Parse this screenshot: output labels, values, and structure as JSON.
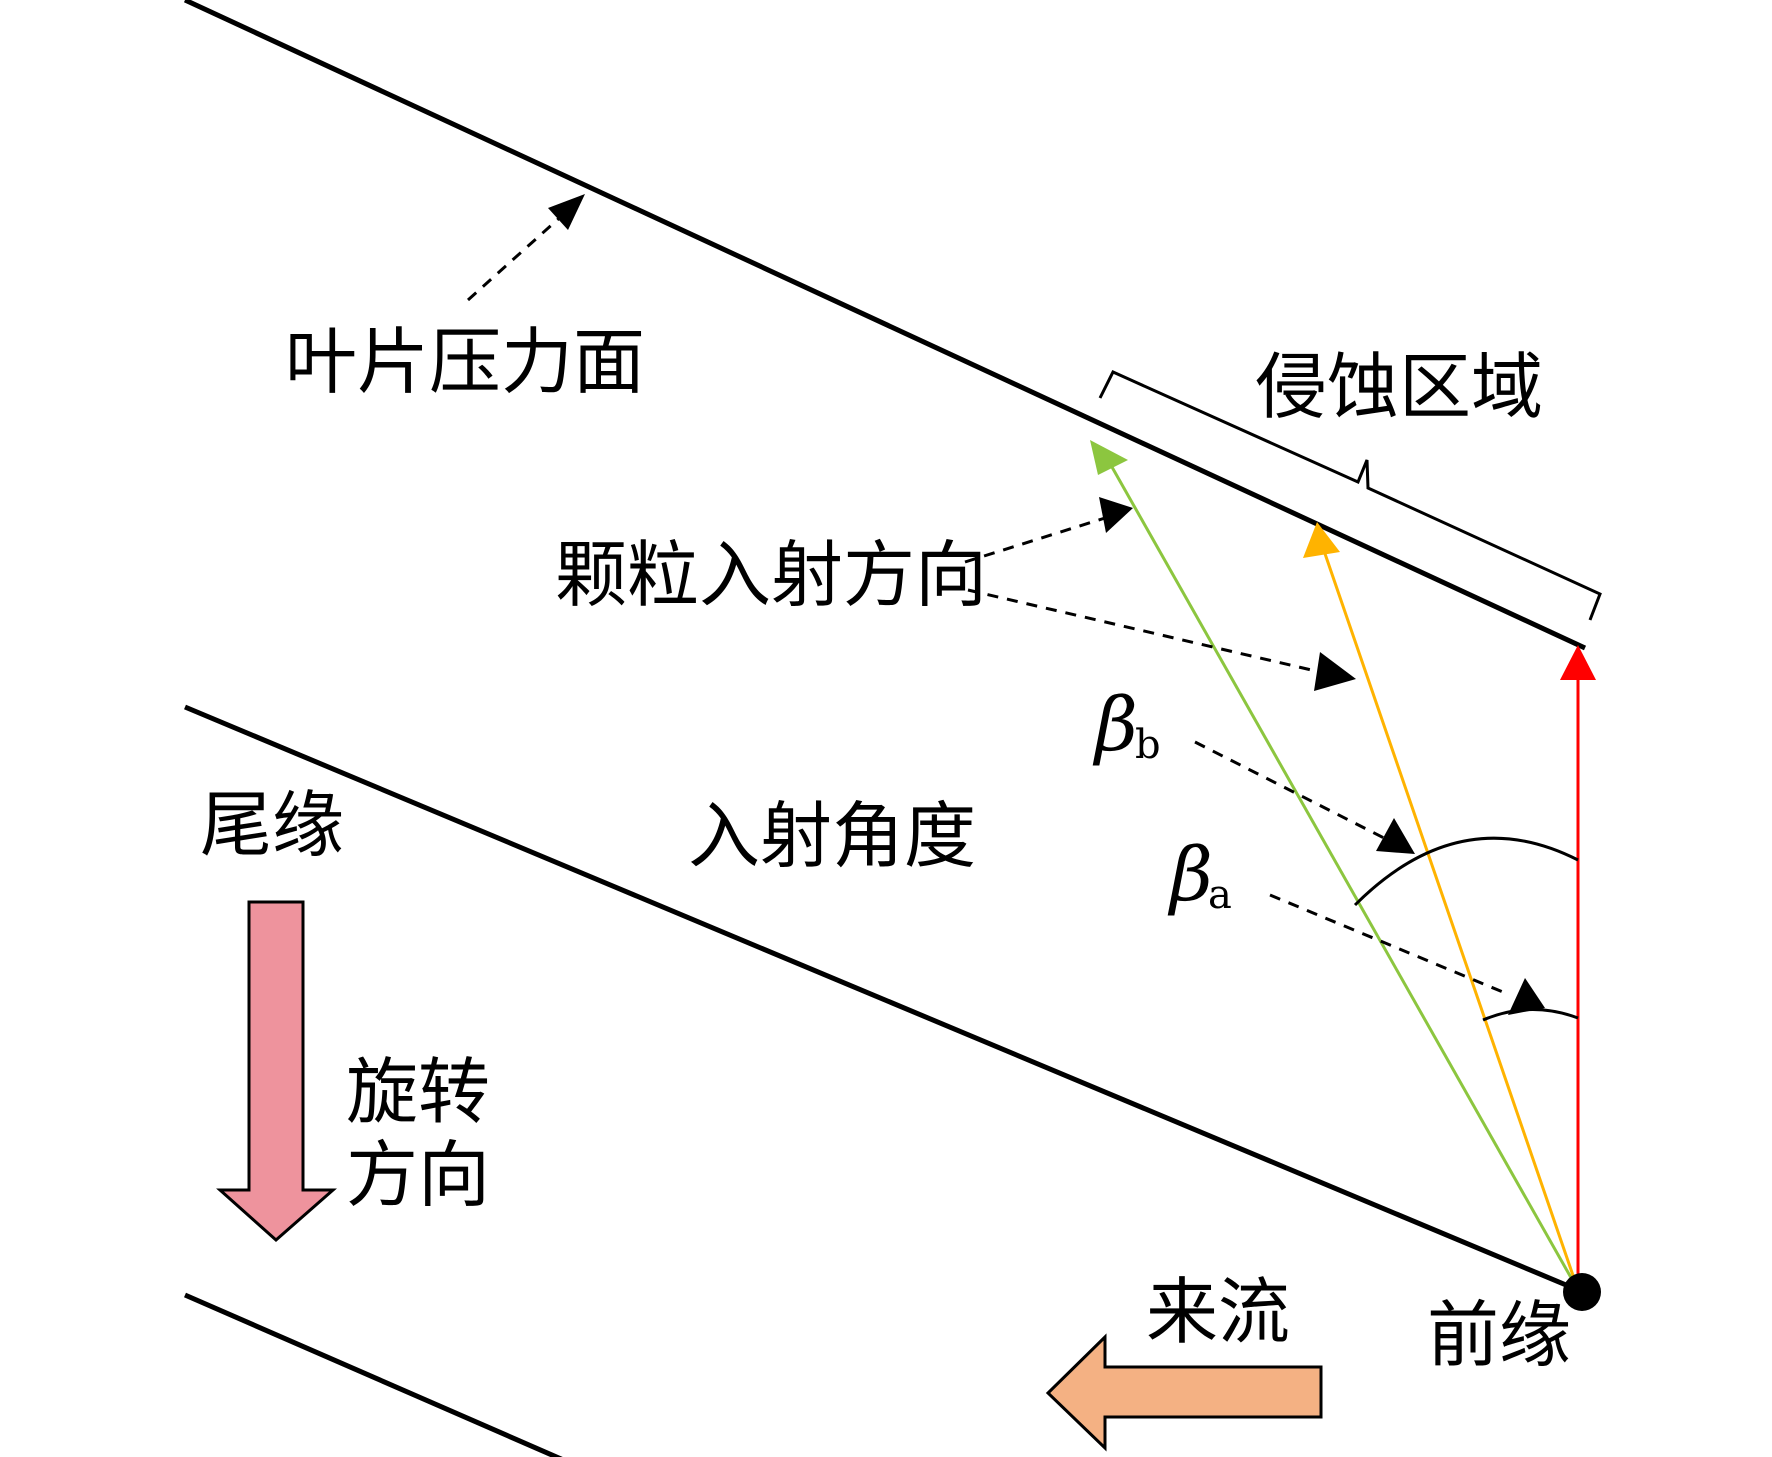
{
  "labels": {
    "pressure_surface": "叶片压力面",
    "erosion_zone": "侵蚀区域",
    "particle_incidence_direction": "颗粒入射方向",
    "incidence_angle": "入射角度",
    "trailing_edge": "尾缘",
    "rotation_direction_line1": "旋转",
    "rotation_direction_line2": "方向",
    "incoming_flow": "来流",
    "leading_edge": "前缘"
  },
  "angles": {
    "beta_b": {
      "symbol": "β",
      "subscript": "b"
    },
    "beta_a": {
      "symbol": "β",
      "subscript": "a"
    }
  },
  "colors": {
    "line": "#000000",
    "particle_green": "#8cc63f",
    "particle_yellow": "#ffb300",
    "particle_red": "#ff0000",
    "rotation_arrow_fill": "#ee939d",
    "flow_arrow_fill": "#f4b183",
    "background": "#ffffff"
  }
}
